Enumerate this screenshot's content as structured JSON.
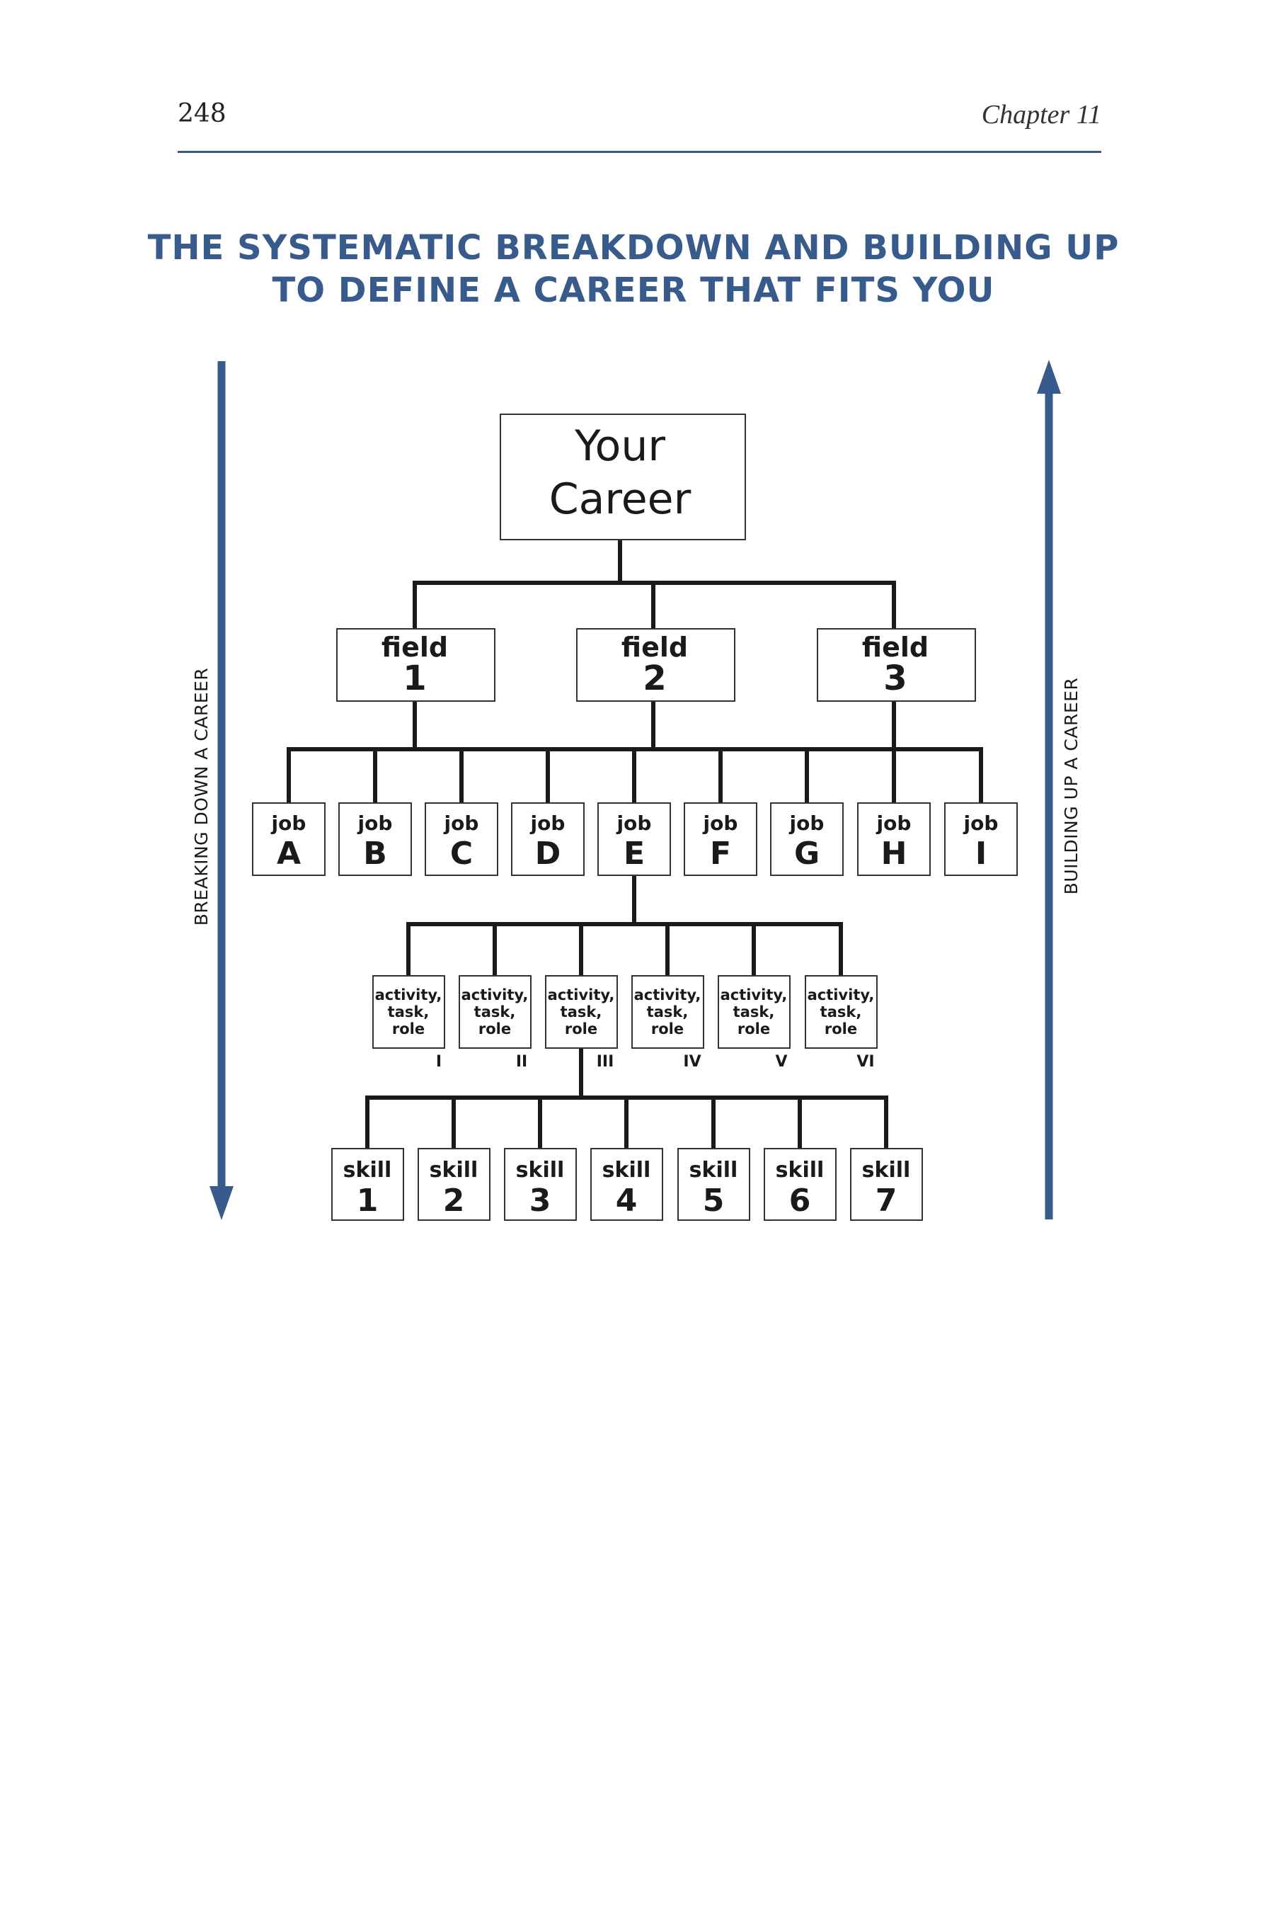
{
  "header": {
    "page_number": "248",
    "chapter": "Chapter 11"
  },
  "title": {
    "line1": "THE SYSTEMATIC BREAKDOWN AND BUILDING UP",
    "line2": "TO DEFINE A CAREER THAT FITS YOU"
  },
  "side_labels": {
    "left": "BREAKING DOWN A CAREER",
    "right": "BUILDING UP A CAREER"
  },
  "colors": {
    "accent": "#375b8c",
    "ink": "#1a1a1a"
  },
  "tree": {
    "root": {
      "line1": "Your",
      "line2": "Career"
    },
    "fields": [
      {
        "word": "field",
        "num": "1"
      },
      {
        "word": "field",
        "num": "2"
      },
      {
        "word": "field",
        "num": "3"
      }
    ],
    "jobs": [
      {
        "word": "job",
        "letter": "A"
      },
      {
        "word": "job",
        "letter": "B"
      },
      {
        "word": "job",
        "letter": "C"
      },
      {
        "word": "job",
        "letter": "D"
      },
      {
        "word": "job",
        "letter": "E"
      },
      {
        "word": "job",
        "letter": "F"
      },
      {
        "word": "job",
        "letter": "G"
      },
      {
        "word": "job",
        "letter": "H"
      },
      {
        "word": "job",
        "letter": "I"
      }
    ],
    "expanded_job": "E",
    "activities": [
      {
        "l1": "activity,",
        "l2": "task,",
        "l3": "role",
        "roman": "I"
      },
      {
        "l1": "activity,",
        "l2": "task,",
        "l3": "role",
        "roman": "II"
      },
      {
        "l1": "activity,",
        "l2": "task,",
        "l3": "role",
        "roman": "III"
      },
      {
        "l1": "activity,",
        "l2": "task,",
        "l3": "role",
        "roman": "IV"
      },
      {
        "l1": "activity,",
        "l2": "task,",
        "l3": "role",
        "roman": "V"
      },
      {
        "l1": "activity,",
        "l2": "task,",
        "l3": "role",
        "roman": "VI"
      }
    ],
    "expanded_activity": "III",
    "skills": [
      {
        "word": "skill",
        "num": "1"
      },
      {
        "word": "skill",
        "num": "2"
      },
      {
        "word": "skill",
        "num": "3"
      },
      {
        "word": "skill",
        "num": "4"
      },
      {
        "word": "skill",
        "num": "5"
      },
      {
        "word": "skill",
        "num": "6"
      },
      {
        "word": "skill",
        "num": "7"
      }
    ]
  }
}
